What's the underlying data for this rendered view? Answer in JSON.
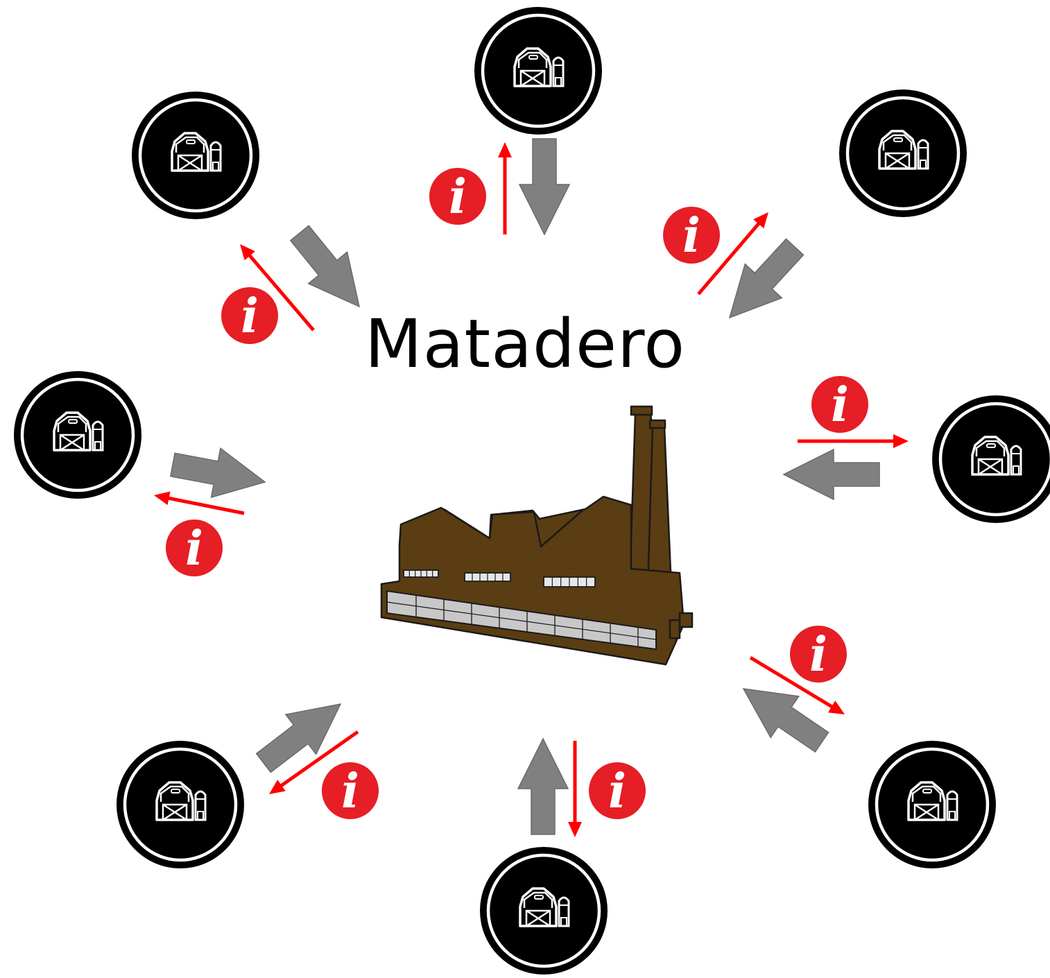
{
  "diagram": {
    "title": "Matadero",
    "center": {
      "name": "factory-icon",
      "color": "#5a3d12"
    },
    "farms": [
      {
        "name": "farm-top"
      },
      {
        "name": "farm-top-right"
      },
      {
        "name": "farm-right"
      },
      {
        "name": "farm-bottom-right"
      },
      {
        "name": "farm-bottom"
      },
      {
        "name": "farm-bottom-left"
      },
      {
        "name": "farm-left"
      },
      {
        "name": "farm-top-left"
      }
    ],
    "flows": {
      "to_center": {
        "icon": "gray-arrow-icon",
        "color": "#808080"
      },
      "to_farm": {
        "icon": "red-arrow-icon",
        "color": "#ff0000"
      },
      "info_badge": {
        "glyph": "i",
        "color": "#e61e25"
      }
    },
    "colors": {
      "farm_circle": "#000000",
      "farm_ring": "#ffffff",
      "farm_icon": "#ffffff"
    }
  }
}
